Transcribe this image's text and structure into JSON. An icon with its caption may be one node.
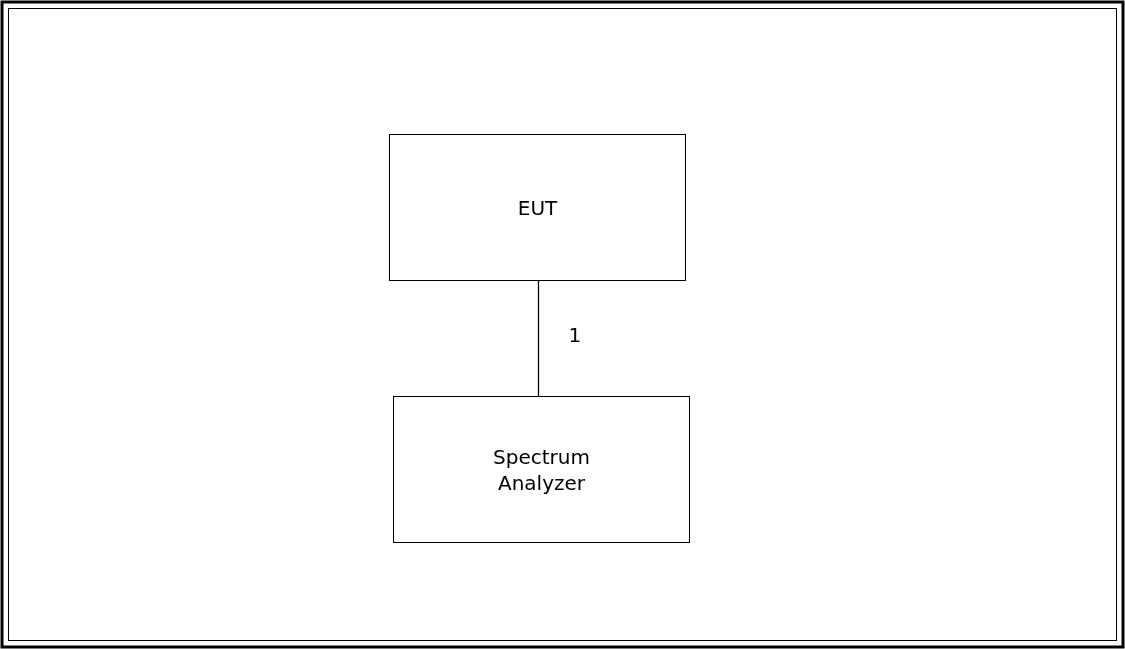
{
  "diagram": {
    "nodes": [
      {
        "text": [
          "EUT"
        ]
      },
      {
        "text": [
          "Spectrum Analyzer"
        ]
      }
    ],
    "edges": [
      {
        "from": 0,
        "to": 1,
        "arrow": "none",
        "label": "1"
      }
    ]
  }
}
